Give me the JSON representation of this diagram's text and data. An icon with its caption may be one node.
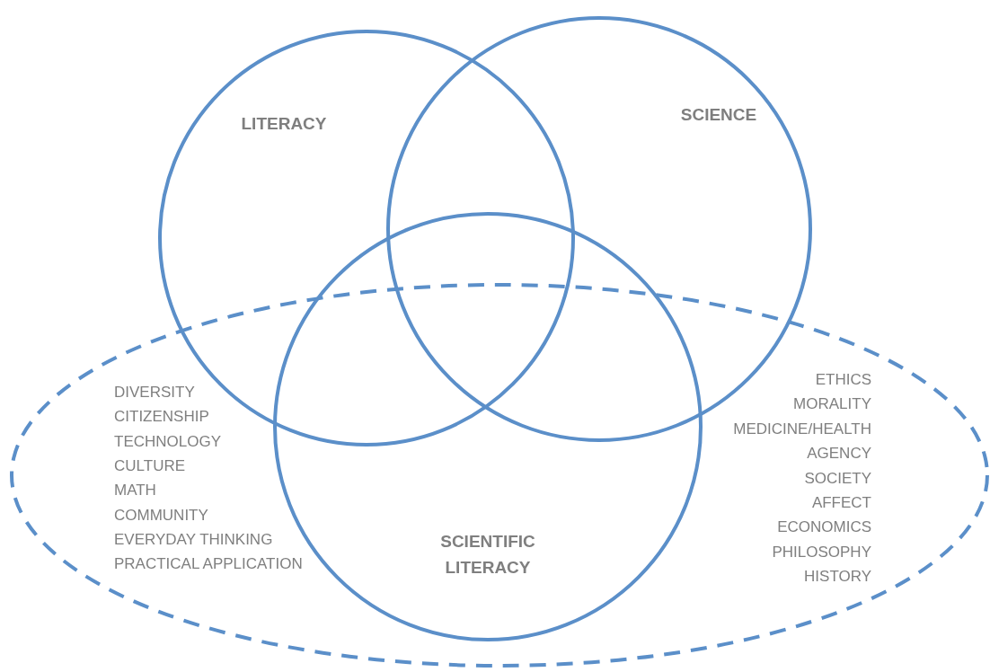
{
  "diagram": {
    "nodes": [
      {
        "text": [
          "LITERACY"
        ]
      },
      {
        "text": [
          "SCIENCE"
        ]
      },
      {
        "text": [
          "SCIENTIFIC LITERACY"
        ]
      },
      {
        "text": [],
        "shape": "ellipse"
      }
    ],
    "labels": [
      "DIVERSITY",
      "CITIZENSHIP",
      "TECHNOLOGY",
      "CULTURE",
      "MATH",
      "COMMUNITY",
      "EVERYDAY THINKING",
      "PRACTICAL APPLICATION",
      "ETHICS",
      "MORALITY",
      "MEDICINE/HEALTH",
      "AGENCY",
      "SOCIETY",
      "AFFECT",
      "ECONOMICS",
      "PHILOSOPHY",
      "HISTORY"
    ]
  }
}
